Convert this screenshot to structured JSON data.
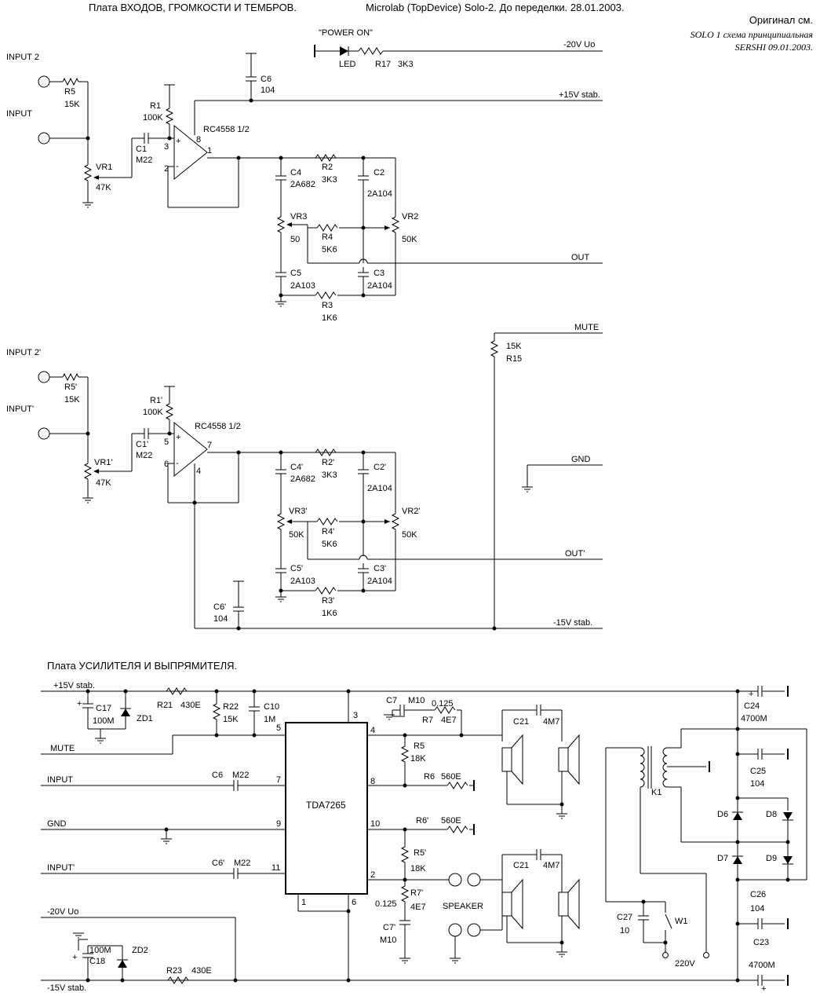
{
  "header": {
    "title_left": "Плата ВХОДОВ, ГРОМКОСТИ И ТЕМБРОВ.",
    "title_right": "Microlab (TopDevice) Solo-2. До переделки. 28.01.2003.",
    "note_line1": "Оригинал см.",
    "note_line2": "SOLO 1 схема принципиальная",
    "note_line3": "SERSHI 09.01.2003."
  },
  "power": {
    "power_on": "\"POWER ON\"",
    "led": "LED",
    "r17": "R17",
    "r17_val": "3K3",
    "neg20": "-20V Uo",
    "pos15": "+15V stab.",
    "c6": "C6",
    "c6_val": "104"
  },
  "ch1": {
    "input2": "INPUT 2",
    "input": "INPUT",
    "r5": "R5",
    "r5_val": "15K",
    "vr1": "VR1",
    "vr1_val": "47K",
    "c1": "C1",
    "c1_val": "M22",
    "r1": "R1",
    "r1_val": "100K",
    "opamp": "RC4558  1/2",
    "pin3": "3",
    "pin2": "2",
    "pin8": "8",
    "pin1": "1",
    "c4": "C4",
    "c4_val": "2A682",
    "r2": "R2",
    "r2_val": "3K3",
    "c2": "C2",
    "c2_val": "2A104",
    "vr3": "VR3",
    "vr3_val": "50",
    "r4": "R4",
    "r4_val": "5K6",
    "vr2": "VR2",
    "vr2_val": "50K",
    "out": "OUT",
    "c5": "C5",
    "c5_val": "2A103",
    "c3": "C3",
    "c3_val": "2A104",
    "r3": "R3",
    "r3_val": "1K6"
  },
  "mute_block": {
    "mute": "MUTE",
    "r15_val": "15K",
    "r15": "R15",
    "gnd": "GND"
  },
  "ch2": {
    "input2": "INPUT 2'",
    "input": "INPUT'",
    "r5": "R5'",
    "r5_val": "15K",
    "vr1": "VR1'",
    "vr1_val": "47K",
    "c1": "C1'",
    "c1_val": "M22",
    "r1": "R1'",
    "r1_val": "100K",
    "opamp": "RC4558  1/2",
    "pin5": "5",
    "pin6": "6",
    "pin4": "4",
    "pin7": "7",
    "c4": "C4'",
    "c4_val": "2A682",
    "r2": "R2'",
    "r2_val": "3K3",
    "c2": "C2'",
    "c2_val": "2A104",
    "vr3": "VR3'",
    "vr3_val": "50K",
    "r4": "R4'",
    "r4_val": "5K6",
    "vr2": "VR2'",
    "vr2_val": "50K",
    "out": "OUT'",
    "c5": "C5'",
    "c5_val": "2A103",
    "c3": "C3'",
    "c3_val": "2A104",
    "r3": "R3'",
    "r3_val": "1K6",
    "c6": "C6'",
    "c6_val": "104",
    "neg15": "-15V stab."
  },
  "amp": {
    "title": "Плата УСИЛИТЕЛЯ И ВЫПРЯМИТЕЛЯ.",
    "pos15": "+15V stab.",
    "c17": "C17",
    "c17_val": "100M",
    "zd1": "ZD1",
    "r21": "R21",
    "r21_val": "430E",
    "r22": "R22",
    "r22_val": "15K",
    "c10": "C10",
    "c10_val": "1M",
    "mute": "MUTE",
    "input": "INPUT",
    "c6": "C6",
    "c6_val": "M22",
    "gnd": "GND",
    "input_p": "INPUT'",
    "c6p": "C6'",
    "c6p_val": "M22",
    "neg20": "-20V Uo",
    "c18": "C18",
    "c18_val": "100M",
    "zd2": "ZD2",
    "r23": "R23",
    "r23_val": "430E",
    "neg15": "-15V stab.",
    "chip": "TDA7265",
    "p3": "3",
    "p4": "4",
    "p5": "5",
    "p7": "7",
    "p8": "8",
    "p9": "9",
    "p10": "10",
    "p11": "11",
    "p2": "2",
    "p1": "1",
    "p6": "6",
    "c7": "C7",
    "c7_val": "M10",
    "r7_val_top": "0.125",
    "r7": "R7",
    "r7_val": "4E7",
    "r5": "R5",
    "r5_val": "18K",
    "r6": "R6",
    "r6_val": "560E",
    "c21": "C21",
    "c21_val": "4M7",
    "r6p": "R6'",
    "r6p_val": "560E",
    "r5p": "R5'",
    "r5p_val": "18K",
    "c21p": "C21",
    "c21p_val": "4M7",
    "r7p_top": "0.125",
    "r7p": "R7'",
    "r7p_val": "4E7",
    "c7p": "C7'",
    "c7p_val": "M10",
    "speaker": "SPEAKER"
  },
  "psu": {
    "c24": "C24",
    "c24_val": "4700M",
    "c25": "C25",
    "c25_val": "104",
    "k1": "K1",
    "d6": "D6",
    "d7": "D7",
    "d8": "D8",
    "d9": "D9",
    "c26": "C26",
    "c26_val": "104",
    "c23": "C23",
    "c23_val": "4700M",
    "c27": "C27",
    "c27_val": "10",
    "w1": "W1",
    "v220": "220V"
  }
}
